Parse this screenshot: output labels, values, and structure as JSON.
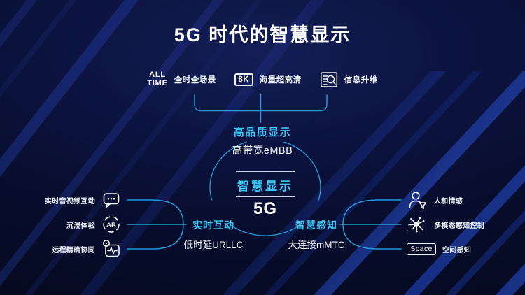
{
  "slide": {
    "title": "5G 时代的智慧显示",
    "colors": {
      "accent_cyan_text": "#3CC3F0",
      "connector_cyan": "#2499D4",
      "background_navy": "#0A1138",
      "stripe_blue": "#2D58E1",
      "text_white": "#FFFFFF"
    },
    "top_features": [
      {
        "icon": "all-time-icon",
        "line1": "ALL",
        "line2": "TIME",
        "label": "全时全场景"
      },
      {
        "icon": "8k-badge-icon",
        "badge": "8K",
        "label": "海量超高清"
      },
      {
        "icon": "screen-search-icon",
        "label": "信息升维"
      }
    ],
    "branch_top": {
      "title": "高品质显示",
      "subtitle": "高带宽eMBB"
    },
    "center_circle": {
      "title": "智慧显示",
      "subtitle": "5G"
    },
    "branch_left": {
      "title": "实时互动",
      "subtitle": "低时延URLLC",
      "items": [
        {
          "icon": "chat-bubble-icon",
          "label": "实时音视频互动"
        },
        {
          "icon": "ar-badge-icon",
          "badge": "AR",
          "label": "沉浸体验"
        },
        {
          "icon": "pulse-monitor-icon",
          "label": "远程精确协同"
        }
      ]
    },
    "branch_right": {
      "title": "智慧感知",
      "subtitle": "大连接mMTC",
      "items": [
        {
          "icon": "person-emotion-icon",
          "label": "人和情感"
        },
        {
          "icon": "multimodal-burst-icon",
          "label": "多模态感知控制"
        },
        {
          "icon": "space-badge-icon",
          "badge": "Space",
          "label": "空间感知"
        }
      ]
    }
  }
}
